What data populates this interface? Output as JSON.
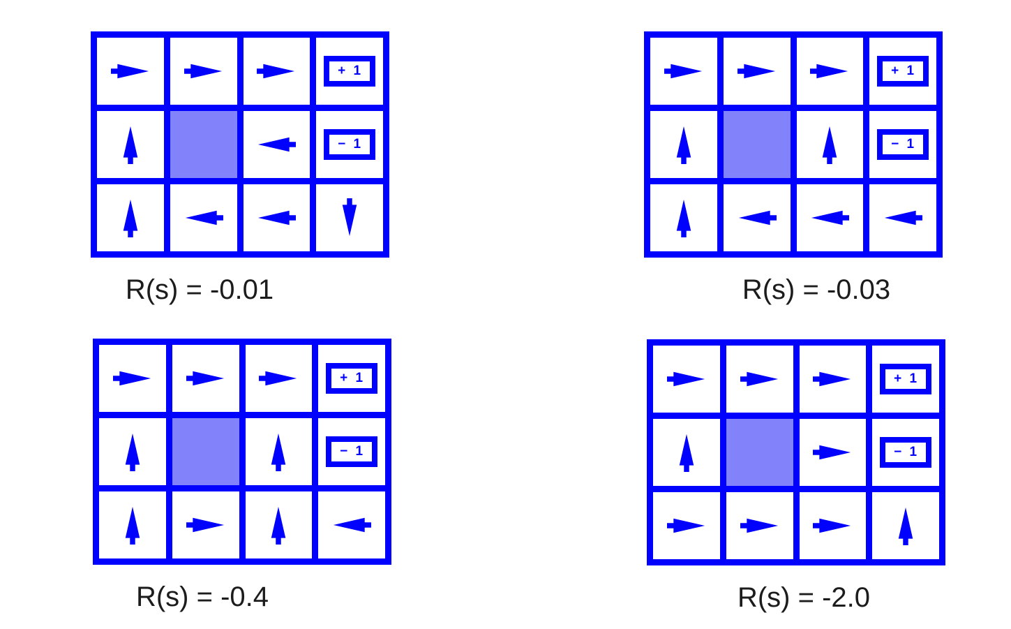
{
  "figure": {
    "description_title": "Optimal policies for different state rewards R(s) in a 4x3 gridworld",
    "line_color": "#0101fe",
    "wall_color": "#8282fb",
    "background_color": "#ffffff",
    "caption_color": "#1c1c1c"
  },
  "terminals": {
    "positive_label": "+ 1",
    "negative_label": "− 1"
  },
  "panels": [
    {
      "id": "top-left",
      "caption": "R(s) = -0.01",
      "rows": [
        [
          "right",
          "right",
          "right",
          "+1"
        ],
        [
          "up",
          "wall",
          "left",
          "-1"
        ],
        [
          "up",
          "left",
          "left",
          "down"
        ]
      ]
    },
    {
      "id": "top-right",
      "caption": "R(s) = -0.03",
      "rows": [
        [
          "right",
          "right",
          "right",
          "+1"
        ],
        [
          "up",
          "wall",
          "up",
          "-1"
        ],
        [
          "up",
          "left",
          "left",
          "left"
        ]
      ]
    },
    {
      "id": "bottom-left",
      "caption": "R(s) = -0.4",
      "rows": [
        [
          "right",
          "right",
          "right",
          "+1"
        ],
        [
          "up",
          "wall",
          "up",
          "-1"
        ],
        [
          "up",
          "right",
          "up",
          "left"
        ]
      ]
    },
    {
      "id": "bottom-right",
      "caption": "R(s) = -2.0",
      "rows": [
        [
          "right",
          "right",
          "right",
          "+1"
        ],
        [
          "up",
          "wall",
          "right",
          "-1"
        ],
        [
          "right",
          "right",
          "right",
          "up"
        ]
      ]
    }
  ]
}
